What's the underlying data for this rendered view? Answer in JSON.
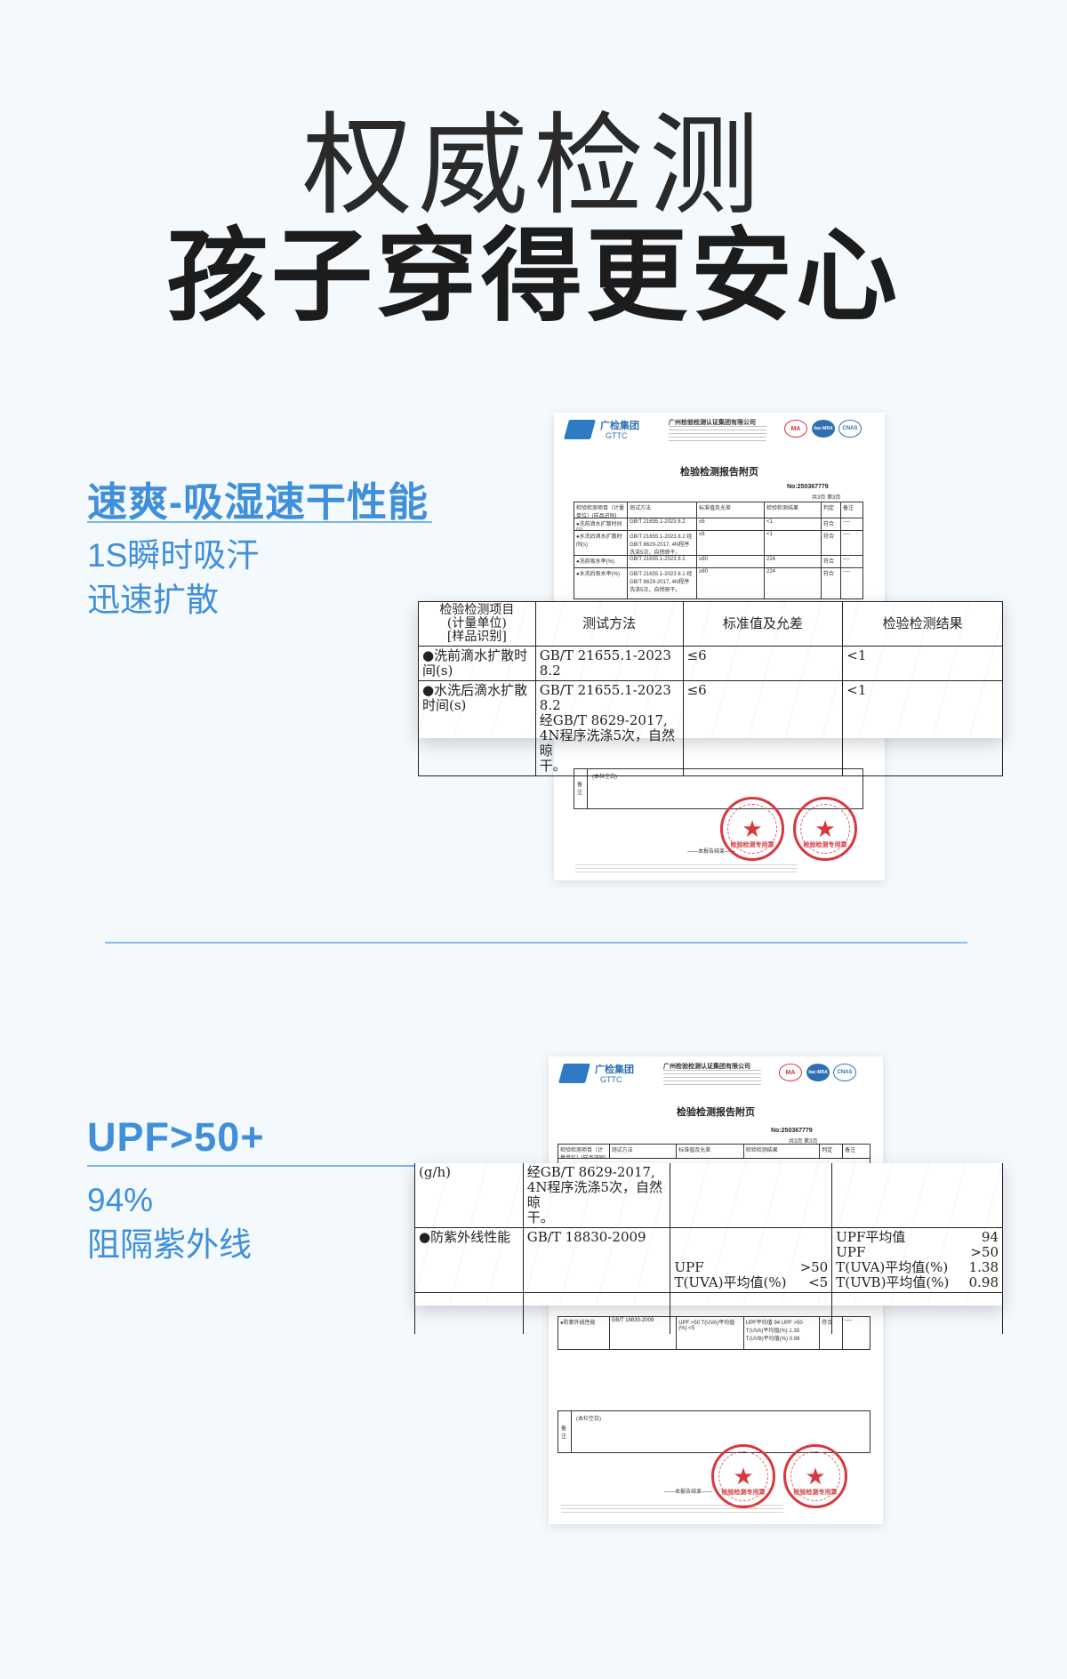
{
  "hero": {
    "title": "权威检测",
    "subtitle": "孩子穿得更安心"
  },
  "section1": {
    "title": "速爽-吸湿速干性能",
    "desc_line1": "1S瞬时吸汗",
    "desc_line2": "迅速扩散",
    "doc": {
      "logo": "广检集团",
      "logo_sub": "GTTC",
      "org": "广州检验检测认证集团有限公司",
      "badge_ma": "MA",
      "badge_ilac": "ilac-MRA",
      "badge_cnas": "CNAS",
      "title": "检验检测报告附页",
      "report_no": "No:250367779",
      "page_no": "共3页 第3页",
      "headers": [
        "检验检测项目（计量单位）[样品识别]",
        "测试方法",
        "标准值及允差",
        "检验检测结果",
        "判定",
        "备注"
      ],
      "rows": [
        [
          "●洗前滴水扩散时间(s)",
          "GB/T 21655.1-2023 8.2",
          "≤6",
          "<1",
          "符合",
          "----"
        ],
        [
          "●水洗后滴水扩散时间(s)",
          "GB/T 21655.1-2023 8.2 经GB/T 8629-2017, 4N程序洗涤5次，自然晾干。",
          "≤6",
          "<1",
          "符合",
          "----"
        ],
        [
          "●洗前吸水率(%)",
          "GB/T 21655.1-2023 8.1",
          "≥80",
          "224",
          "符合",
          "----"
        ],
        [
          "●水洗后吸水率(%)",
          "GB/T 21655.1-2023 8.1 经GB/T 8629-2017, 4N程序洗涤5次，自然晾干。",
          "≥80",
          "224",
          "符合",
          "----"
        ]
      ],
      "remark_label": "备注",
      "remark_text": "(本栏空白)",
      "sign_text": "——本报告结束——",
      "stamp_text": "检验检测专用章"
    },
    "zoom": {
      "headers": [
        "检验检测项目",
        "(计量单位)",
        "[样品识别]",
        "测试方法",
        "标准值及允差",
        "检验检测结果"
      ],
      "row1": {
        "item": "●洗前滴水扩散时间(s)",
        "method": "GB/T 21655.1-2023 8.2",
        "standard": "≤6",
        "result": "<1"
      },
      "row2": {
        "item": "●水洗后滴水扩散时间(s)",
        "method_l1": "GB/T 21655.1-2023 8.2",
        "method_l2": "经GB/T 8629-2017,",
        "method_l3": "4N程序洗涤5次，自然晾",
        "method_l4": "干。",
        "standard": "≤6",
        "result": "<1"
      }
    }
  },
  "section2": {
    "title": "UPF>50+",
    "desc_line1": "94%",
    "desc_line2": "阻隔紫外线",
    "doc": {
      "logo": "广检集团",
      "logo_sub": "GTTC",
      "org": "广州检验检测认证集团有限公司",
      "badge_ma": "MA",
      "badge_ilac": "ilac-MRA",
      "badge_cnas": "CNAS",
      "title": "检验检测报告附页",
      "report_no": "No:250367779",
      "page_no": "共3页 第3页",
      "headers": [
        "检验检测项目（计量单位）[样品识别]",
        "测试方法",
        "标准值及允差",
        "检验检测结果",
        "判定",
        "备注"
      ],
      "rows": [
        [
          "●防紫外线性能",
          "GB/T 18830-2009",
          "UPF >50 T(UVA)平均值(%) <5",
          "UPF平均值 94 UPF >50 T(UVA)平均值(%) 1.38 T(UVB)平均值(%) 0.98",
          "符合",
          "----"
        ]
      ],
      "remark_label": "备注",
      "remark_text": "(本栏空白)",
      "sign_text": "——本报告结束——",
      "stamp_text": "检验检测专用章"
    },
    "zoom": {
      "top_frag1": "(g/h)",
      "top_frag2": "经GB/T 8629-2017,",
      "top_frag3": "4N程序洗涤5次，自然晾",
      "top_frag4": "干。",
      "item": "●防紫外线性能",
      "method": "GB/T 18830-2009",
      "std_l1": "UPF",
      "std_l1v": ">50",
      "std_l2": "T(UVA)平均值(%)",
      "std_l2v": "<5",
      "res_l1": "UPF平均值",
      "res_l1v": "94",
      "res_l2": "UPF",
      "res_l2v": ">50",
      "res_l3": "T(UVA)平均值(%)",
      "res_l3v": "1.38",
      "res_l4": "T(UVB)平均值(%)",
      "res_l4v": "0.98"
    }
  },
  "colors": {
    "accent": "#3f8fda",
    "background": "#f4f9fd",
    "stamp": "#d8383c"
  }
}
